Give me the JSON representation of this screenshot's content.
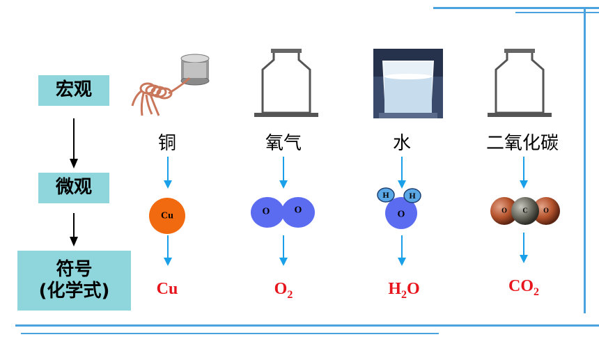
{
  "rows": {
    "macro": "宏观",
    "micro": "微观",
    "symbol_line1": "符号",
    "symbol_line2": "(化学式)"
  },
  "columns": [
    {
      "name": "铜",
      "picture": "copper-wire-spool",
      "atoms": [
        "Cu"
      ],
      "formula": {
        "base": "Cu",
        "sub": "",
        "tail": ""
      }
    },
    {
      "name": "氧气",
      "picture": "empty-gas-jar",
      "atoms": [
        "O",
        "O"
      ],
      "formula": {
        "base": "O",
        "sub": "2",
        "tail": ""
      }
    },
    {
      "name": "水",
      "picture": "beaker-of-water",
      "atoms": [
        "H",
        "H",
        "O"
      ],
      "formula": {
        "base": "H",
        "sub": "2",
        "tail": "O"
      }
    },
    {
      "name": "二氧化碳",
      "picture": "empty-gas-jar",
      "atoms": [
        "O",
        "C",
        "O"
      ],
      "formula": {
        "base": "CO",
        "sub": "2",
        "tail": ""
      }
    }
  ],
  "colors": {
    "label_bg": "#8fd6dc",
    "arrow_blue": "#1aa0e8",
    "formula_red": "#e8141b",
    "copper_atom": "#f26a10",
    "oxygen_atom": "#5b6cf0",
    "frame_blue": "#4aa3df"
  }
}
